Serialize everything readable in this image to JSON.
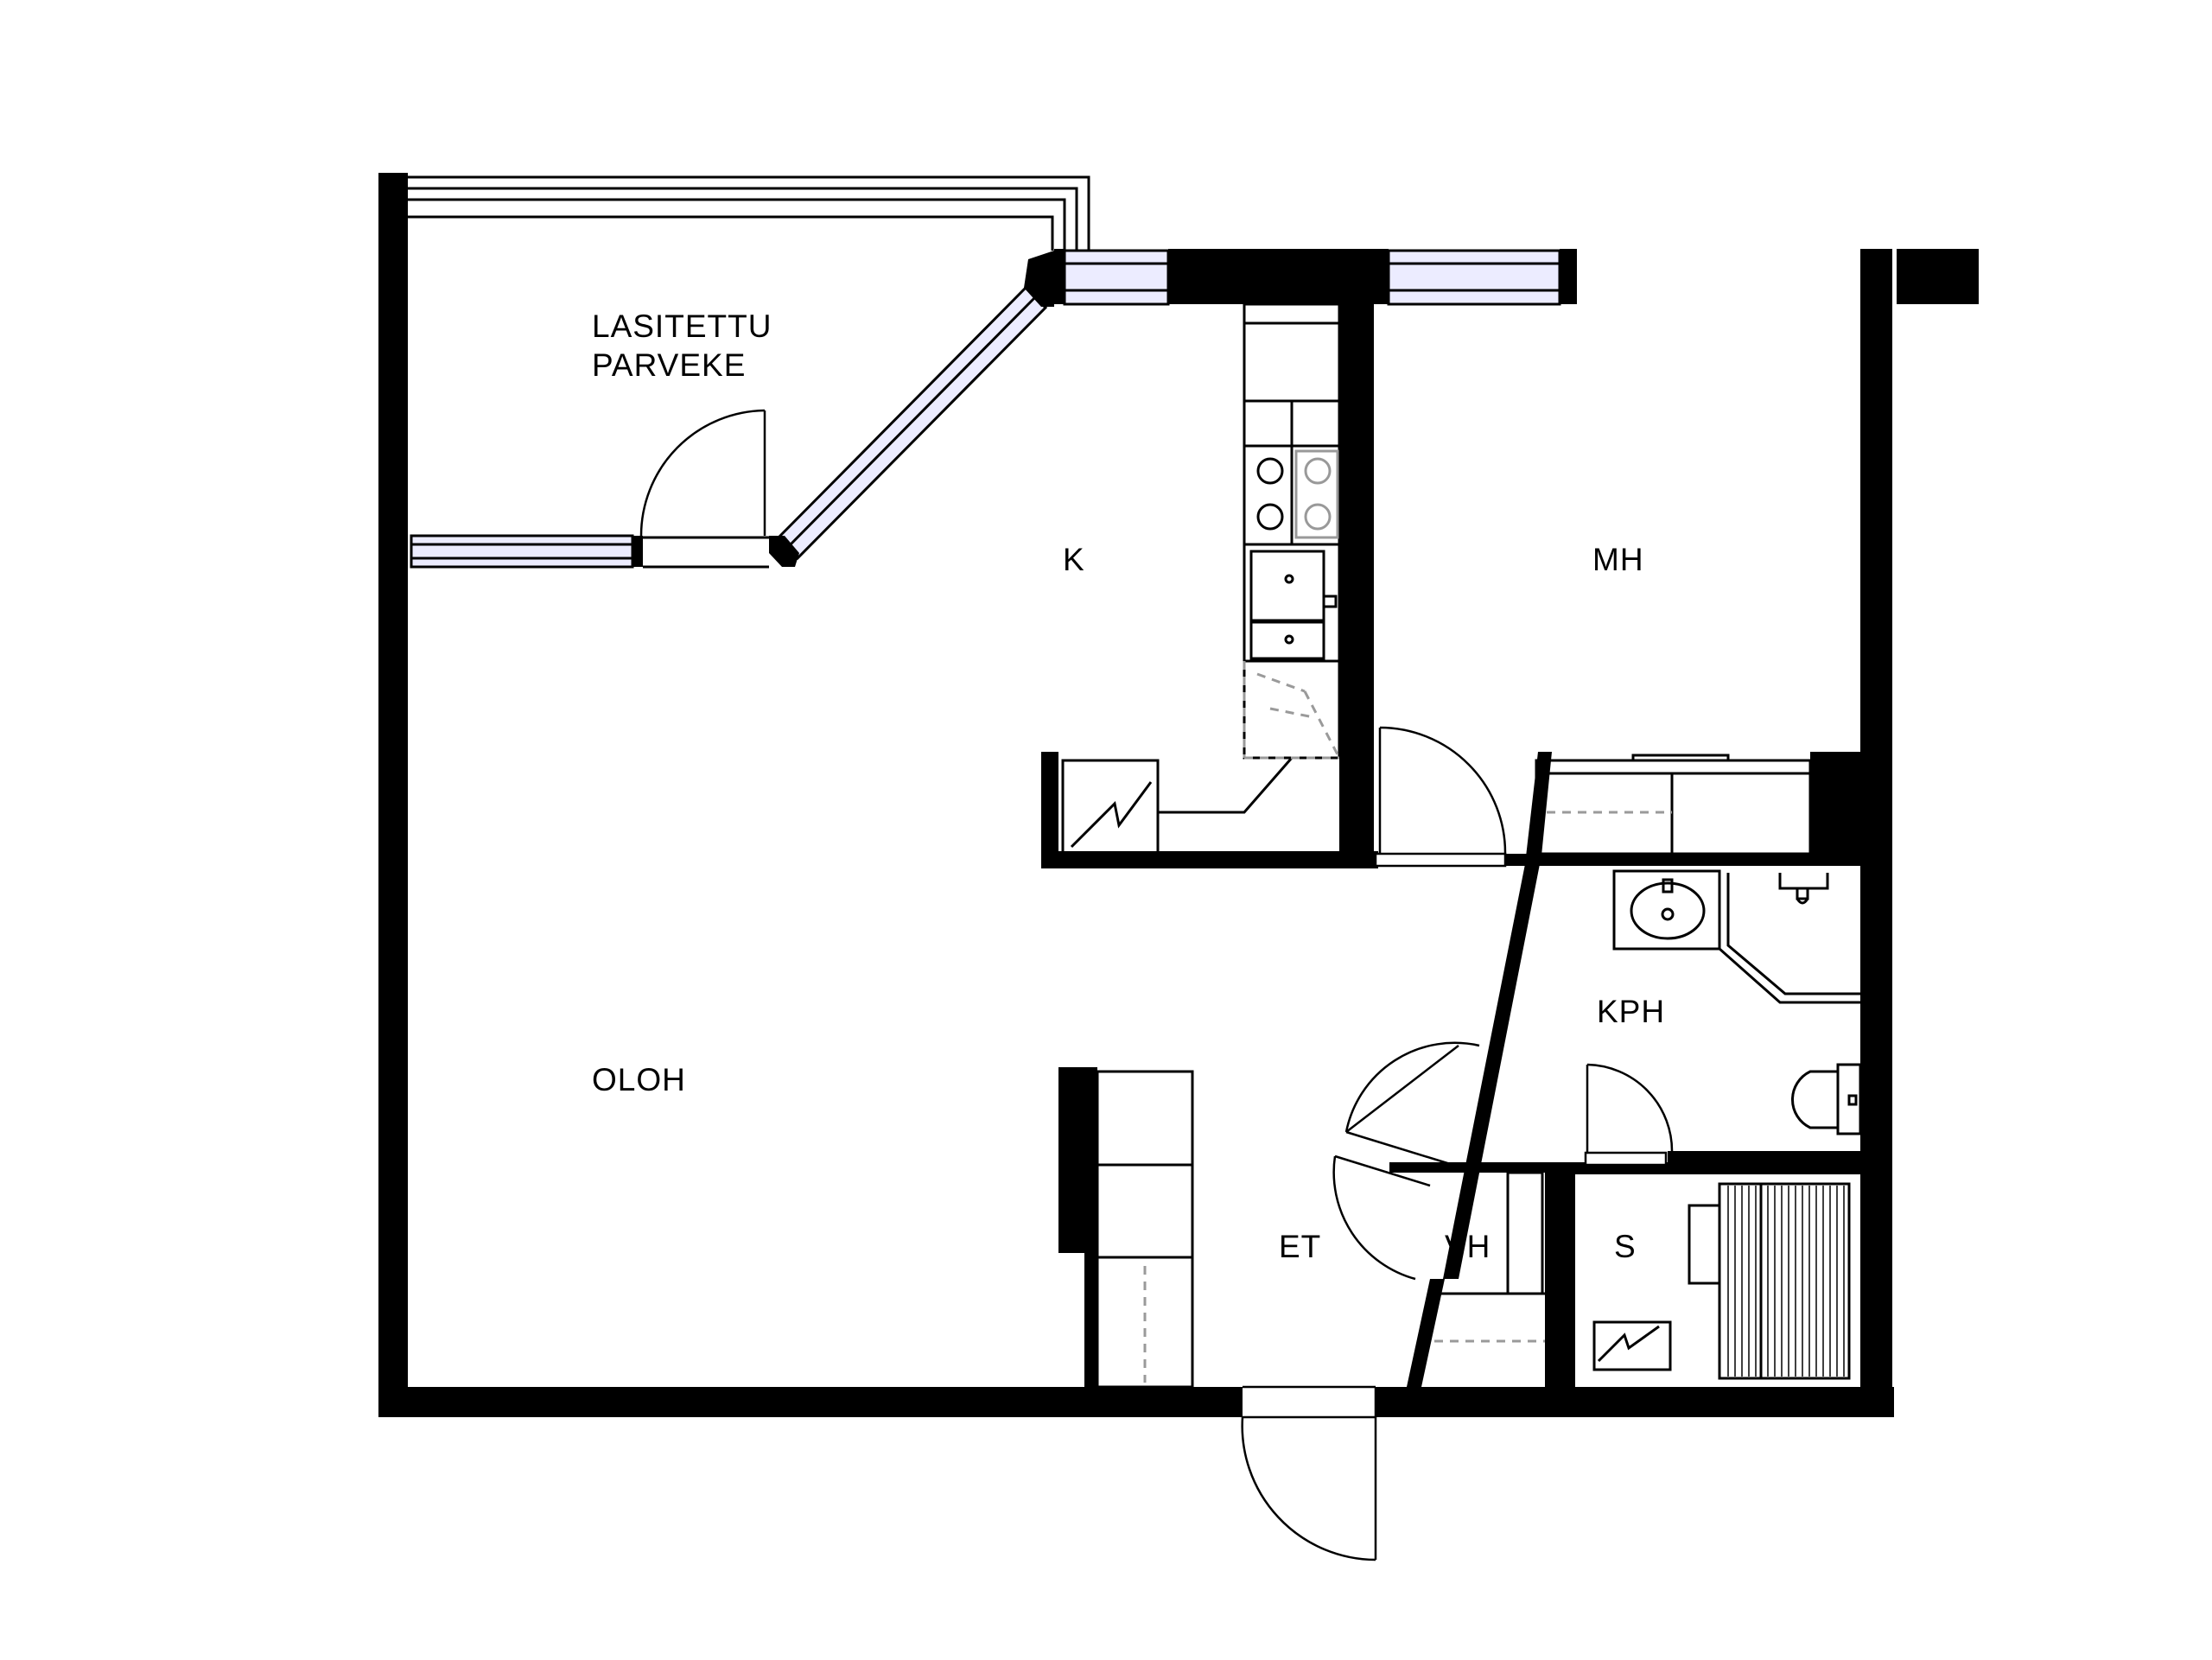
{
  "floorplan": {
    "rooms": {
      "balcony": {
        "line1": "LASITETTU",
        "line2": "PARVEKE"
      },
      "kitchen": "K",
      "bedroom": "MH",
      "living": "OLOH",
      "bathroom": "KPH",
      "hall": "ET",
      "closet": "VH",
      "sauna": "S"
    }
  },
  "colors": {
    "wall": "#000000",
    "glass": "#ececff",
    "background": "#ffffff",
    "appliance_grey": "#999999",
    "hidden_line": "#9a9a9a"
  }
}
